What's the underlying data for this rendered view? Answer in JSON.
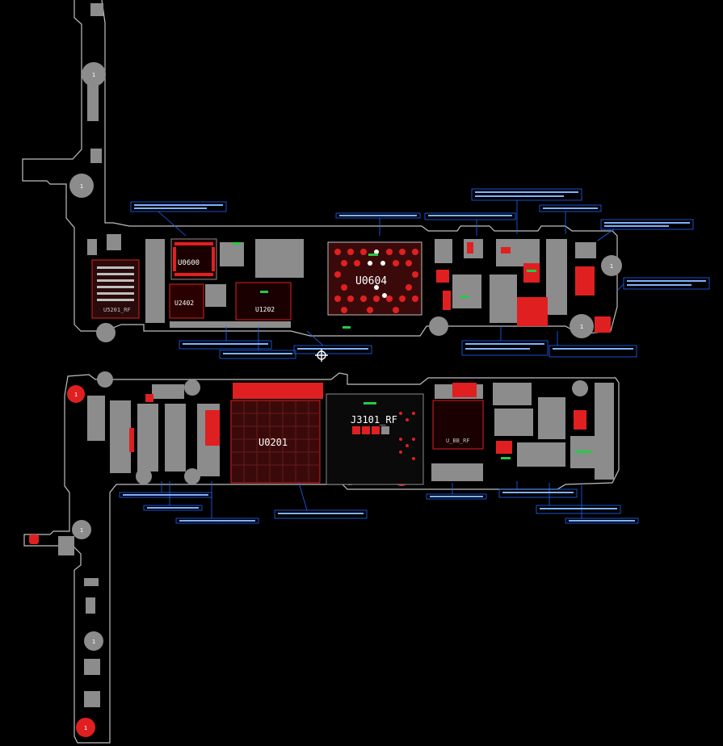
{
  "viewer": {
    "background": "#000000",
    "colors": {
      "outline": "#bfbfbf",
      "component_gray": "#8c8c8c",
      "pad_red": "#e02020",
      "silk_green": "#22cc44",
      "annotation_blue": "#1e64ff",
      "annotation_text": "#7fb2ff",
      "highlight_white": "#ffffff"
    }
  },
  "board": {
    "top_half": {
      "chip_labels": {
        "u0600": "U0600",
        "u2402": "U2402",
        "u1202": "U1202",
        "u0604": "U0604",
        "u5201": "U5201_RF"
      }
    },
    "bottom_half": {
      "chip_labels": {
        "u0201": "U0201",
        "j3101": "J3101_RF",
        "u_bb": "U_BB_RF"
      }
    },
    "mount_hole_label": "1"
  },
  "icons": {
    "crosshair": "crosshair-icon",
    "mount_hole": "mount-hole-icon"
  }
}
